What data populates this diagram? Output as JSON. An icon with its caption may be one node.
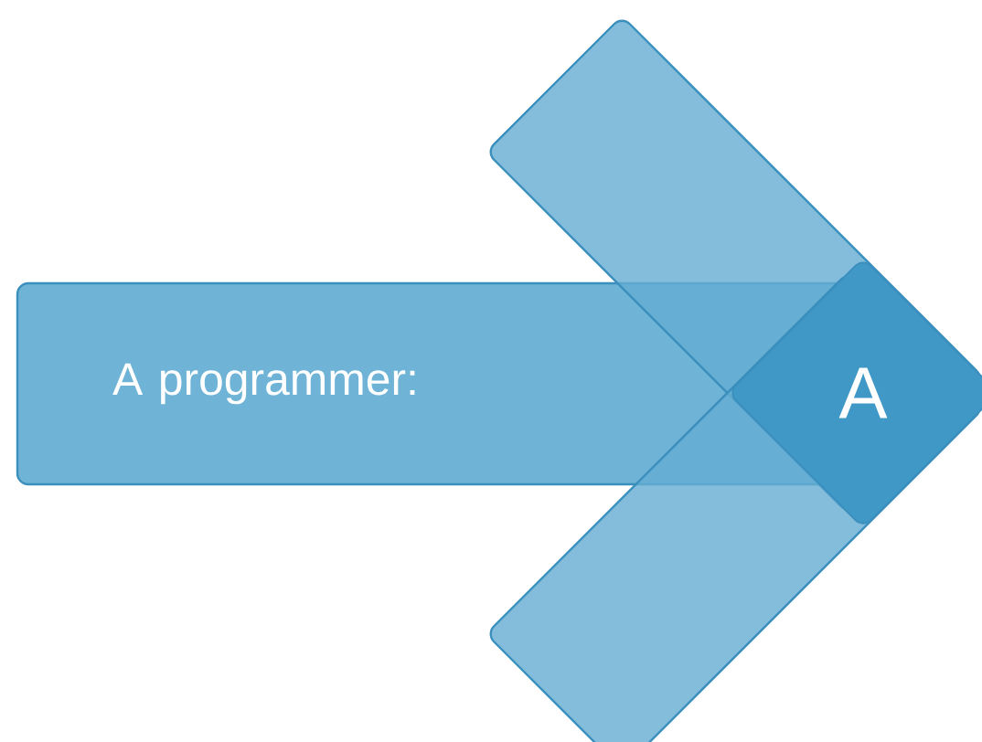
{
  "diagram": {
    "nodes": [
      {
        "text": [
          "A programmer:"
        ]
      },
      {
        "text": [],
        "shape": "bar"
      },
      {
        "text": [],
        "shape": "bar"
      },
      {
        "text": [
          "A"
        ]
      }
    ]
  }
}
